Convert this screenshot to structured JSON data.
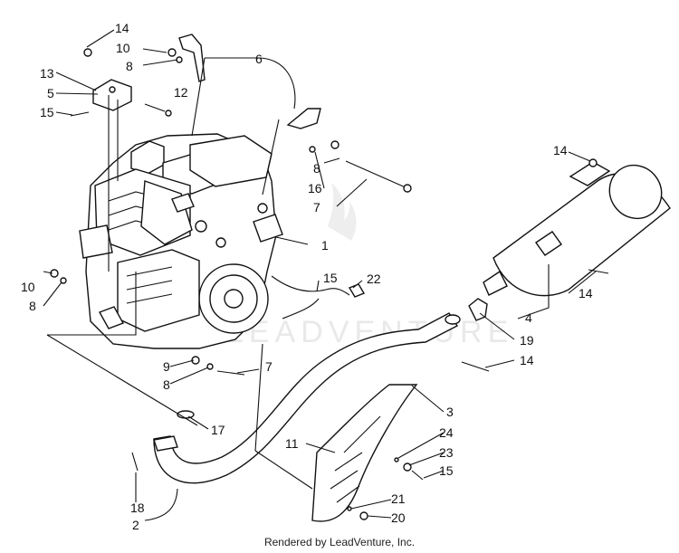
{
  "diagram": {
    "callouts": [
      {
        "id": "c14a",
        "text": "14"
      },
      {
        "id": "c10a",
        "text": "10"
      },
      {
        "id": "c8a",
        "text": "8"
      },
      {
        "id": "c6",
        "text": "6"
      },
      {
        "id": "c13",
        "text": "13"
      },
      {
        "id": "c5",
        "text": "5"
      },
      {
        "id": "c12",
        "text": "12"
      },
      {
        "id": "c15a",
        "text": "15"
      },
      {
        "id": "c8b",
        "text": "8"
      },
      {
        "id": "c16",
        "text": "16"
      },
      {
        "id": "c7a",
        "text": "7"
      },
      {
        "id": "c14b",
        "text": "14"
      },
      {
        "id": "c1",
        "text": "1"
      },
      {
        "id": "c10b",
        "text": "10"
      },
      {
        "id": "c8c",
        "text": "8"
      },
      {
        "id": "c15b",
        "text": "15"
      },
      {
        "id": "c22",
        "text": "22"
      },
      {
        "id": "c14c",
        "text": "14"
      },
      {
        "id": "c4",
        "text": "4"
      },
      {
        "id": "c19",
        "text": "19"
      },
      {
        "id": "c14d",
        "text": "14"
      },
      {
        "id": "c9",
        "text": "9"
      },
      {
        "id": "c8d",
        "text": "8"
      },
      {
        "id": "c7b",
        "text": "7"
      },
      {
        "id": "c3",
        "text": "3"
      },
      {
        "id": "c17",
        "text": "17"
      },
      {
        "id": "c24",
        "text": "24"
      },
      {
        "id": "c11",
        "text": "11"
      },
      {
        "id": "c23",
        "text": "23"
      },
      {
        "id": "c15c",
        "text": "15"
      },
      {
        "id": "c18",
        "text": "18"
      },
      {
        "id": "c21",
        "text": "21"
      },
      {
        "id": "c2",
        "text": "2"
      },
      {
        "id": "c20",
        "text": "20"
      }
    ],
    "watermark": "LEADVENTURE"
  },
  "footer": {
    "credit": "Rendered by LeadVenture, Inc."
  }
}
